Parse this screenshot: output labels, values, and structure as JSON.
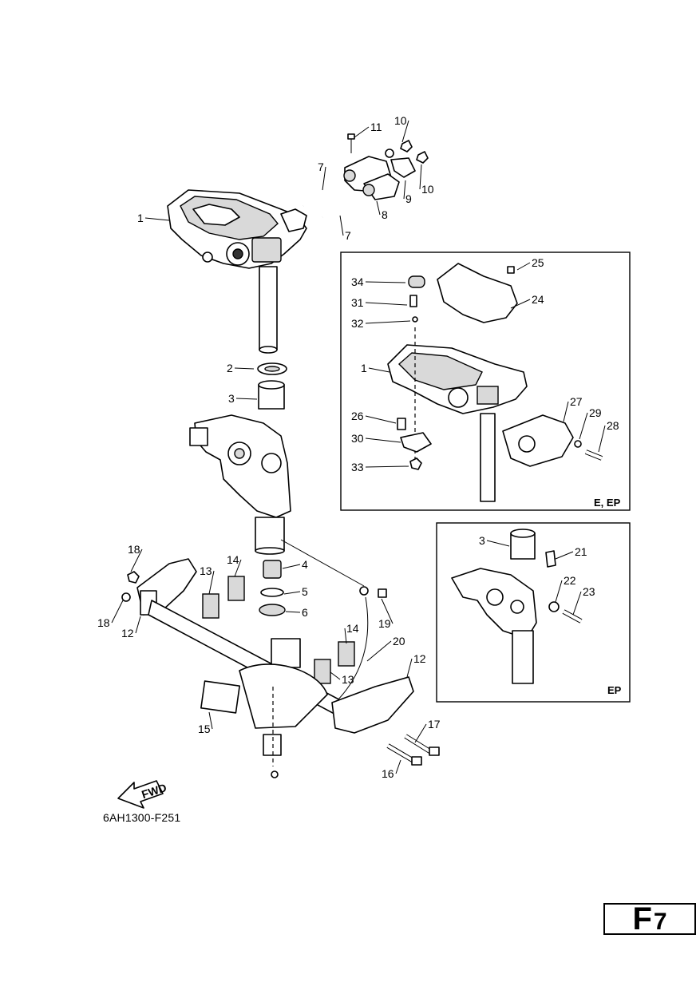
{
  "diagram": {
    "code": "6AH1300-F251",
    "page": {
      "letter": "F",
      "number": "7"
    },
    "fwd_arrow": "FWD",
    "insets": [
      {
        "id": "inset-e-ep",
        "tag": "E, EP"
      },
      {
        "id": "inset-ep",
        "tag": "EP"
      }
    ],
    "callouts": [
      {
        "id": "c1",
        "text": "1"
      },
      {
        "id": "c2",
        "text": "2"
      },
      {
        "id": "c3",
        "text": "3"
      },
      {
        "id": "c4",
        "text": "4"
      },
      {
        "id": "c5",
        "text": "5"
      },
      {
        "id": "c6",
        "text": "6"
      },
      {
        "id": "c7a",
        "text": "7"
      },
      {
        "id": "c7b",
        "text": "7"
      },
      {
        "id": "c8",
        "text": "8"
      },
      {
        "id": "c9",
        "text": "9"
      },
      {
        "id": "c10a",
        "text": "10"
      },
      {
        "id": "c10b",
        "text": "10"
      },
      {
        "id": "c11",
        "text": "11"
      },
      {
        "id": "c12a",
        "text": "12"
      },
      {
        "id": "c12b",
        "text": "12"
      },
      {
        "id": "c13a",
        "text": "13"
      },
      {
        "id": "c13b",
        "text": "13"
      },
      {
        "id": "c14a",
        "text": "14"
      },
      {
        "id": "c14b",
        "text": "14"
      },
      {
        "id": "c15",
        "text": "15"
      },
      {
        "id": "c16",
        "text": "16"
      },
      {
        "id": "c17",
        "text": "17"
      },
      {
        "id": "c18a",
        "text": "18"
      },
      {
        "id": "c18b",
        "text": "18"
      },
      {
        "id": "c19",
        "text": "19"
      },
      {
        "id": "c20",
        "text": "20"
      },
      {
        "id": "c34",
        "text": "34"
      },
      {
        "id": "c31",
        "text": "31"
      },
      {
        "id": "c32",
        "text": "32"
      },
      {
        "id": "c1i",
        "text": "1"
      },
      {
        "id": "c26",
        "text": "26"
      },
      {
        "id": "c30",
        "text": "30"
      },
      {
        "id": "c33",
        "text": "33"
      },
      {
        "id": "c25",
        "text": "25"
      },
      {
        "id": "c24",
        "text": "24"
      },
      {
        "id": "c27",
        "text": "27"
      },
      {
        "id": "c29",
        "text": "29"
      },
      {
        "id": "c28",
        "text": "28"
      },
      {
        "id": "c3i",
        "text": "3"
      },
      {
        "id": "c21",
        "text": "21"
      },
      {
        "id": "c22",
        "text": "22"
      },
      {
        "id": "c23",
        "text": "23"
      }
    ]
  }
}
